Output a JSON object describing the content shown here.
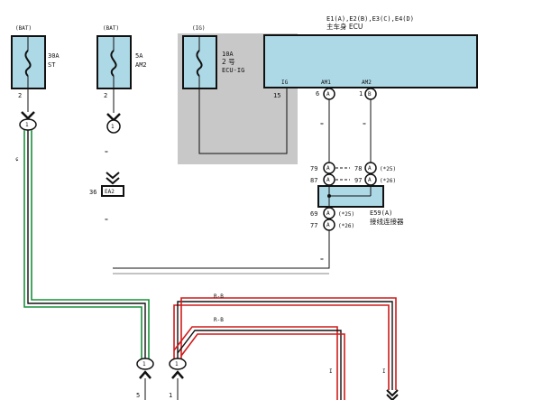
{
  "fuses": [
    {
      "source": "(BAT)",
      "rating": "30A",
      "name": "ST",
      "pin": "2"
    },
    {
      "source": "(BAT)",
      "rating": "5A",
      "name": "AM2",
      "pin": "2"
    },
    {
      "source": "(IG)",
      "rating": "10A",
      "name_line1": "2 号",
      "name_line2": "ECU-IG"
    }
  ],
  "ecu": {
    "connectors": "E1(A),E2(B),E3(C),E4(D)",
    "name": "主车身 ECU",
    "pins": [
      {
        "label": "IG",
        "number": "15"
      },
      {
        "label": "AM1",
        "number": "6",
        "conn": "A"
      },
      {
        "label": "AM2",
        "number": "1",
        "conn": "B"
      }
    ]
  },
  "connectors": {
    "c1": "1",
    "c2": "1",
    "ea2": {
      "pin": "36",
      "name": "EA2"
    },
    "bottom_left": {
      "pin": "5",
      "conn": "1"
    },
    "bottom_right": {
      "pin": "1",
      "conn": "1"
    }
  },
  "junction": {
    "name": "E59(A)",
    "desc": "接线连接器",
    "upper": [
      {
        "pin_l": "79",
        "conn_l": "A",
        "pin_r": "78",
        "conn_r": "A",
        "note": "(*25)"
      },
      {
        "pin_l": "87",
        "conn_l": "A",
        "pin_r": "97",
        "conn_r": "A",
        "note": "(*26)"
      }
    ],
    "lower": [
      {
        "pin": "69",
        "conn": "A",
        "note": "(*25)"
      },
      {
        "pin": "77",
        "conn": "A",
        "note": "(*26)"
      }
    ]
  },
  "wires": {
    "rb_1": "R-B",
    "rb_2": "R-B"
  },
  "colors": {
    "ecu_fill": "#add8e6",
    "fuse_fill": "#add8e6",
    "shade": "#c8c8c8",
    "green": "#1a8f3c",
    "red": "#d11a1a"
  }
}
